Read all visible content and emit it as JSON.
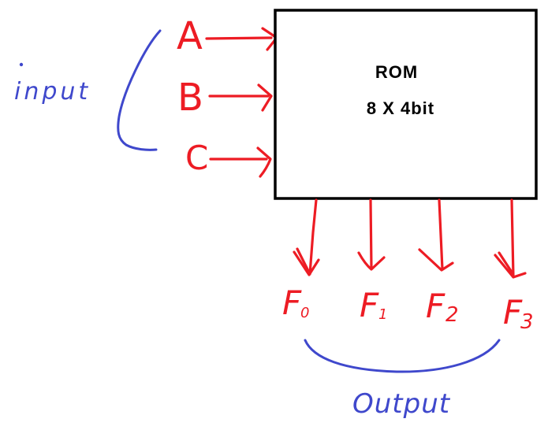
{
  "labels": {
    "input": "input",
    "output": "Output"
  },
  "inputs": [
    {
      "label": "A"
    },
    {
      "label": "B"
    },
    {
      "label": "C"
    }
  ],
  "rom": {
    "title": "ROM",
    "size": "8 X 4bit"
  },
  "outputs": [
    {
      "base": "F",
      "sub": "0"
    },
    {
      "base": "F",
      "sub": "1"
    },
    {
      "base": "F",
      "sub": "2"
    },
    {
      "base": "F",
      "sub": "3"
    }
  ],
  "colors": {
    "ink_red": "#ed1c24",
    "ink_blue": "#3f48cc",
    "box_border": "#000000",
    "background": "#ffffff"
  }
}
